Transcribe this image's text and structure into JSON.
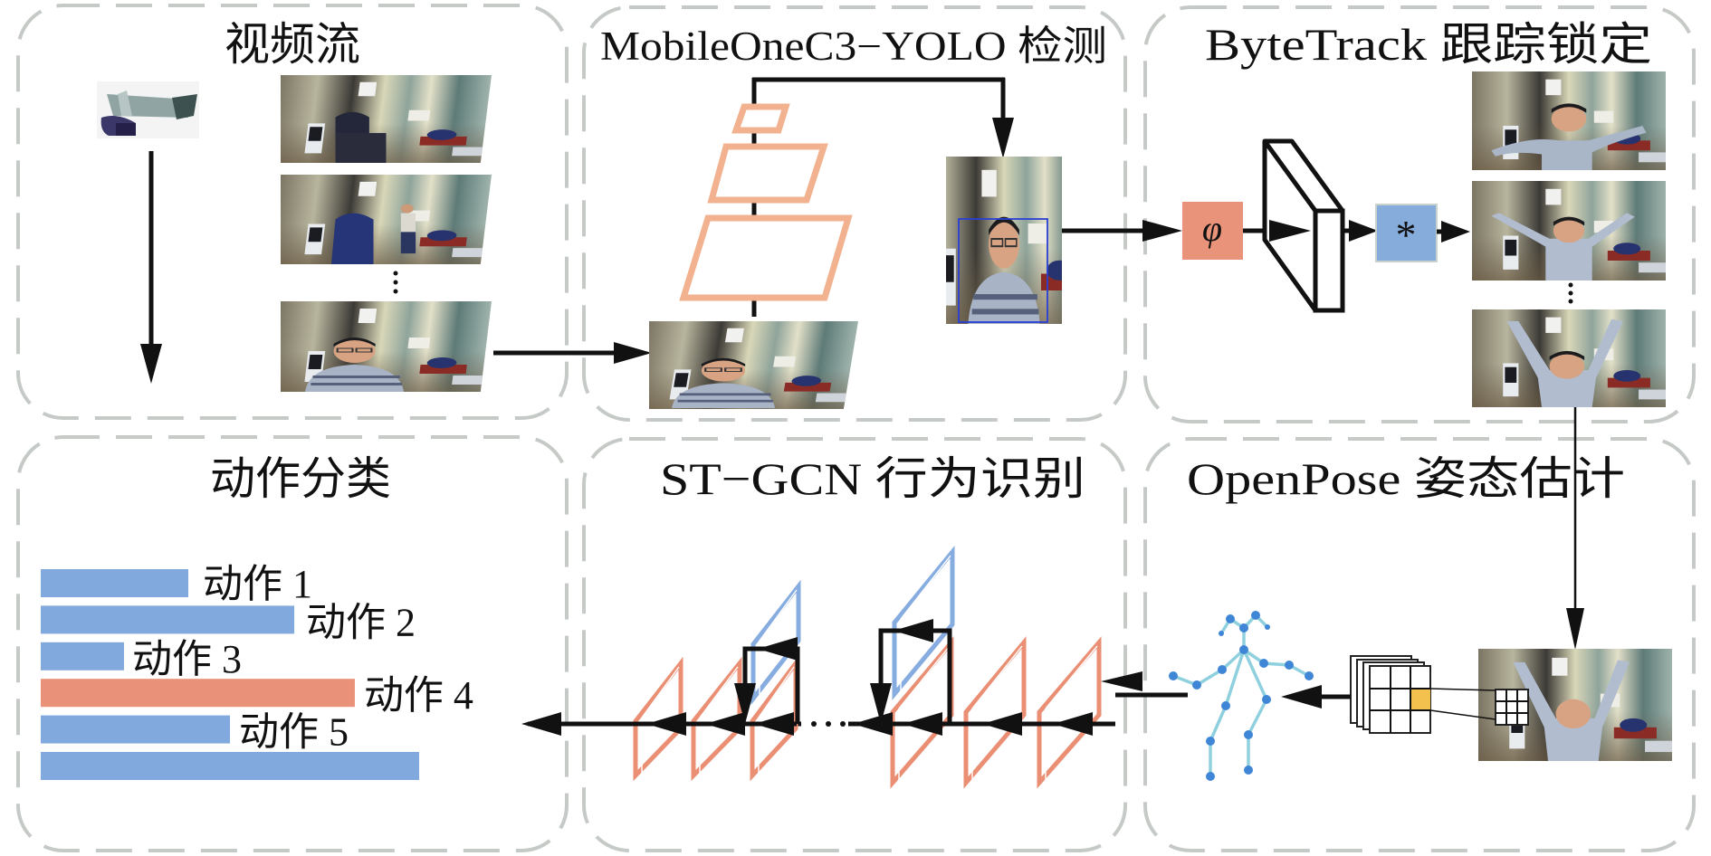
{
  "figure": {
    "panels": [
      {
        "id": "video-stream",
        "title": "视频流"
      },
      {
        "id": "detection",
        "title": "MobileOneC3−YOLO 检测"
      },
      {
        "id": "tracking",
        "title": "ByteTrack 跟踪锁定"
      },
      {
        "id": "classification",
        "title": "动作分类"
      },
      {
        "id": "recognition",
        "title": "ST−GCN 行为识别"
      },
      {
        "id": "pose",
        "title": "OpenPose 姿态估计"
      }
    ],
    "video_stream": {
      "camera_icon": "surveillance-camera-icon",
      "frames": [
        "empty-room",
        "person-walking",
        "person-seated"
      ],
      "ellipsis": "⋮"
    },
    "detection": {
      "input_frame": "person-seated",
      "feature_pyramid_levels": 3,
      "output": "detected-person-bbox",
      "bbox_color": "#2a3fd6"
    },
    "tracking": {
      "phi_symbol": "φ",
      "correlation_symbol": "*",
      "phi_color": "#e8937a",
      "correlation_color": "#86acdc",
      "frames": [
        "arms-out",
        "arms-spread",
        "arms-raised"
      ],
      "ellipsis": "⋮"
    },
    "pose": {
      "input_frame": "arms-raised",
      "heatmap_grid": "3x3",
      "highlight_color": "#f2c14e",
      "skeleton_color": "#8fd0df",
      "joint_color": "#3f86d6"
    },
    "recognition": {
      "st_gcn_blocks": 6,
      "residual_blocks": 2,
      "ellipsis": "· · ·",
      "block_color": "#ea8f74",
      "residual_color": "#86ace0"
    }
  },
  "chart_data": {
    "type": "bar",
    "orientation": "horizontal",
    "title": "动作分类",
    "categories": [
      "动作 1",
      "动作 2",
      "动作 3",
      "动作 4",
      "动作 5",
      ""
    ],
    "values": [
      0.39,
      0.67,
      0.22,
      0.83,
      0.5,
      1.0
    ],
    "highlight_index": 3,
    "colors": {
      "default": "#82a9dd",
      "highlight": "#ea917a"
    },
    "xlabel": "",
    "ylabel": "",
    "xlim": [
      0,
      1
    ],
    "grid": false,
    "legend": "none"
  }
}
